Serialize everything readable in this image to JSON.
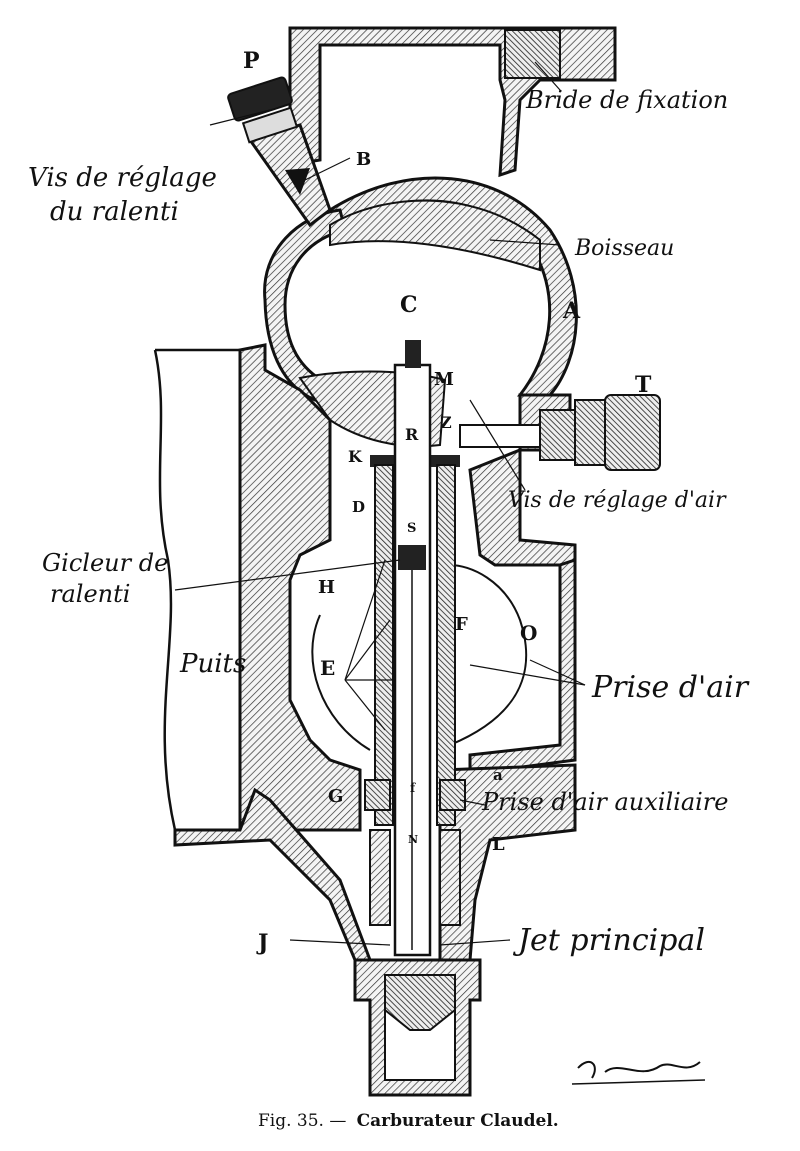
{
  "figure": {
    "labels": {
      "P": "P",
      "B": "B",
      "C": "C",
      "A": "A",
      "M": "M",
      "R": "R",
      "Z": "Z",
      "T": "T",
      "K": "K",
      "D": "D",
      "S": "S",
      "H": "H",
      "F": "F",
      "O": "O",
      "E": "E",
      "G": "G",
      "a": "a",
      "L": "L",
      "J": "J",
      "f": "f",
      "n": "N"
    },
    "annotations": {
      "bride": "Bride de fixation",
      "vis_ralenti_1": "Vis de réglage",
      "vis_ralenti_2": "du ralenti",
      "boisseau": "Boisseau",
      "vis_air": "Vis de réglage d'air",
      "gicleur_1": "Gicleur de",
      "gicleur_2": "ralenti",
      "puits": "Puits",
      "prise_air": "Prise d'air",
      "prise_aux": "Prise d'air auxiliaire",
      "jet": "Jet principal"
    },
    "signature": "G. Bazaud",
    "caption": {
      "prefix": "Fig. 35. —",
      "title": "Carburateur Claudel."
    }
  }
}
